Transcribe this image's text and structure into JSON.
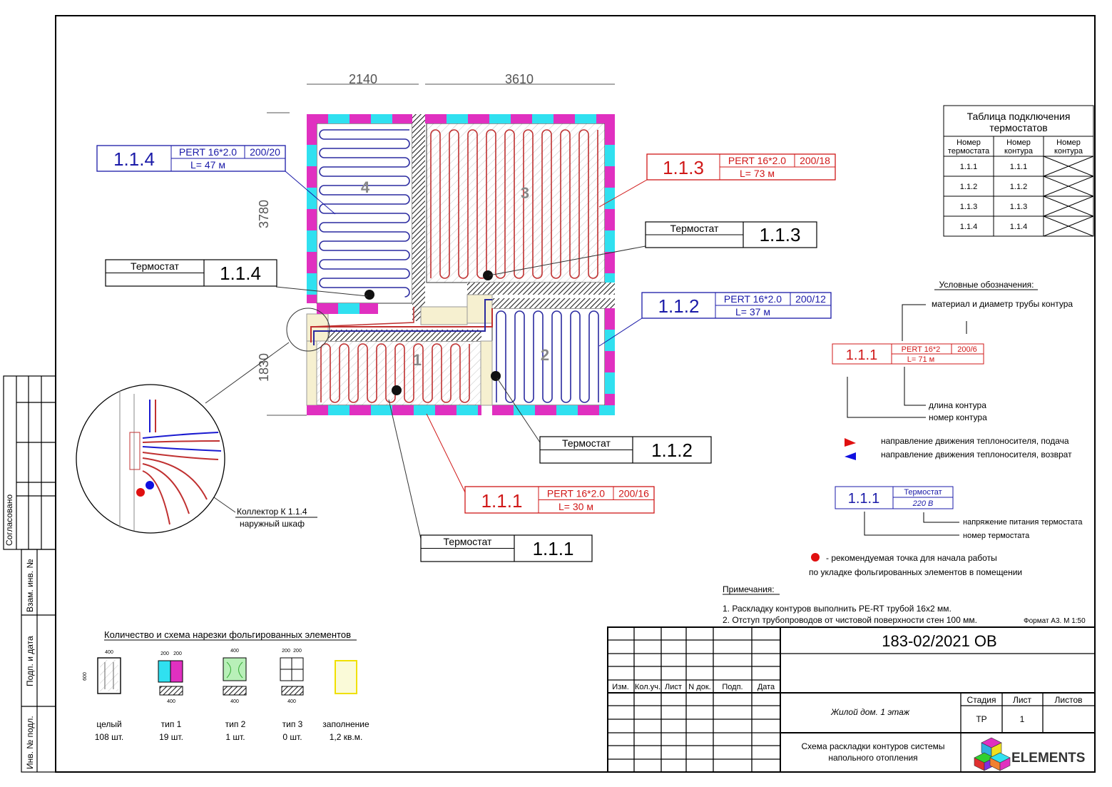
{
  "dims": {
    "top_left": "2140",
    "top_right": "3610",
    "left_top": "3780",
    "left_bottom": "1830"
  },
  "rooms": [
    "1",
    "2",
    "3",
    "4"
  ],
  "circuits": [
    {
      "id": "1.1.4",
      "pipe": "PERT 16*2.0",
      "step": "200/20",
      "length": "L= 47 м",
      "color": "#1a1aa8"
    },
    {
      "id": "1.1.3",
      "pipe": "PERT 16*2.0",
      "step": "200/18",
      "length": "L= 73 м",
      "color": "#d01818"
    },
    {
      "id": "1.1.2",
      "pipe": "PERT 16*2.0",
      "step": "200/12",
      "length": "L= 37 м",
      "color": "#1a1aa8"
    },
    {
      "id": "1.1.1",
      "pipe": "PERT 16*2.0",
      "step": "200/16",
      "length": "L= 30 м",
      "color": "#d01818"
    }
  ],
  "thermostats": [
    {
      "label": "Термостат",
      "id": "1.1.4"
    },
    {
      "label": "Термостат",
      "id": "1.1.3"
    },
    {
      "label": "Термостат",
      "id": "1.1.2"
    },
    {
      "label": "Термостат",
      "id": "1.1.1"
    }
  ],
  "collector": {
    "line1": "Коллектор К 1.1.4",
    "line2": "наружный шкаф"
  },
  "thermo_table": {
    "title1": "Таблица подключения",
    "title2": "термостатов",
    "headers": [
      [
        "Номер",
        "термостата"
      ],
      [
        "Номер",
        "контура"
      ],
      [
        "Номер",
        "контура"
      ]
    ],
    "rows": [
      [
        "1.1.1",
        "1.1.1"
      ],
      [
        "1.1.2",
        "1.1.2"
      ],
      [
        "1.1.3",
        "1.1.3"
      ],
      [
        "1.1.4",
        "1.1.4"
      ]
    ]
  },
  "legend": {
    "title": "Условные обозначения:",
    "material": "материал и диаметр трубы контура",
    "sample_id": "1.1.1",
    "sample_pipe": "PERT 16*2",
    "sample_step": "200/6",
    "sample_length": "L= 71 м",
    "contour_length": "длина контура",
    "contour_number": "номер контура",
    "flow_supply": "направление движения теплоносителя, подача",
    "flow_return": "направление движения теплоносителя, возврат",
    "th_id": "1.1.1",
    "th_label": "Термостат",
    "th_voltage": "220 В",
    "voltage_note": "напряжение питания термостата",
    "th_number": "номер термостата",
    "start_point1": "- рекомендуемая точка для начала работы",
    "start_point2": "по укладке фольгированных элементов в помещении",
    "supply_color": "#e01010",
    "return_color": "#1010e0"
  },
  "notes": {
    "title": "Примечания:",
    "n1": "1. Раскладку контуров выполнить PE-RT трубой  16x2 мм.",
    "n2": "2. Отступ трубопроводов от чистовой поверхности стен 100 мм.",
    "format": "Формат А3. М 1:50"
  },
  "elements": {
    "title": "Количество и схема нарезки фольгированных элементов",
    "items": [
      {
        "name": "целый",
        "count": "108 шт."
      },
      {
        "name": "тип 1",
        "count": "19 шт."
      },
      {
        "name": "тип 2",
        "count": "1 шт."
      },
      {
        "name": "тип 3",
        "count": "0 шт."
      },
      {
        "name": "заполнение",
        "count": "1,2 кв.м."
      }
    ],
    "dim_400": "400",
    "dim_200": "200"
  },
  "stamp": {
    "code": "183-02/2021 ОВ",
    "cols": [
      "Изм.",
      "Кол.уч.",
      "Лист",
      "N док.",
      "Подп.",
      "Дата"
    ],
    "stage_h": "Стадия",
    "sheet_h": "Лист",
    "sheets_h": "Листов",
    "stage": "ТР",
    "sheet": "1",
    "object": "Жилой дом. 1 этаж",
    "title1": "Схема раскладки контуров системы",
    "title2": "напольного отопления",
    "logo": "ELEMENTS"
  },
  "side": {
    "agreed": "Согласовано",
    "inv_zam": "Взам. инв. №",
    "sign_date": "Подп. и дата",
    "inv_orig": "Инв. № подл."
  },
  "colors": {
    "magenta": "#e030c0",
    "cyan": "#30e0f0",
    "beige": "#f6f0d0",
    "pipe_red": "#c03030",
    "pipe_blue": "#2a2aa0"
  }
}
